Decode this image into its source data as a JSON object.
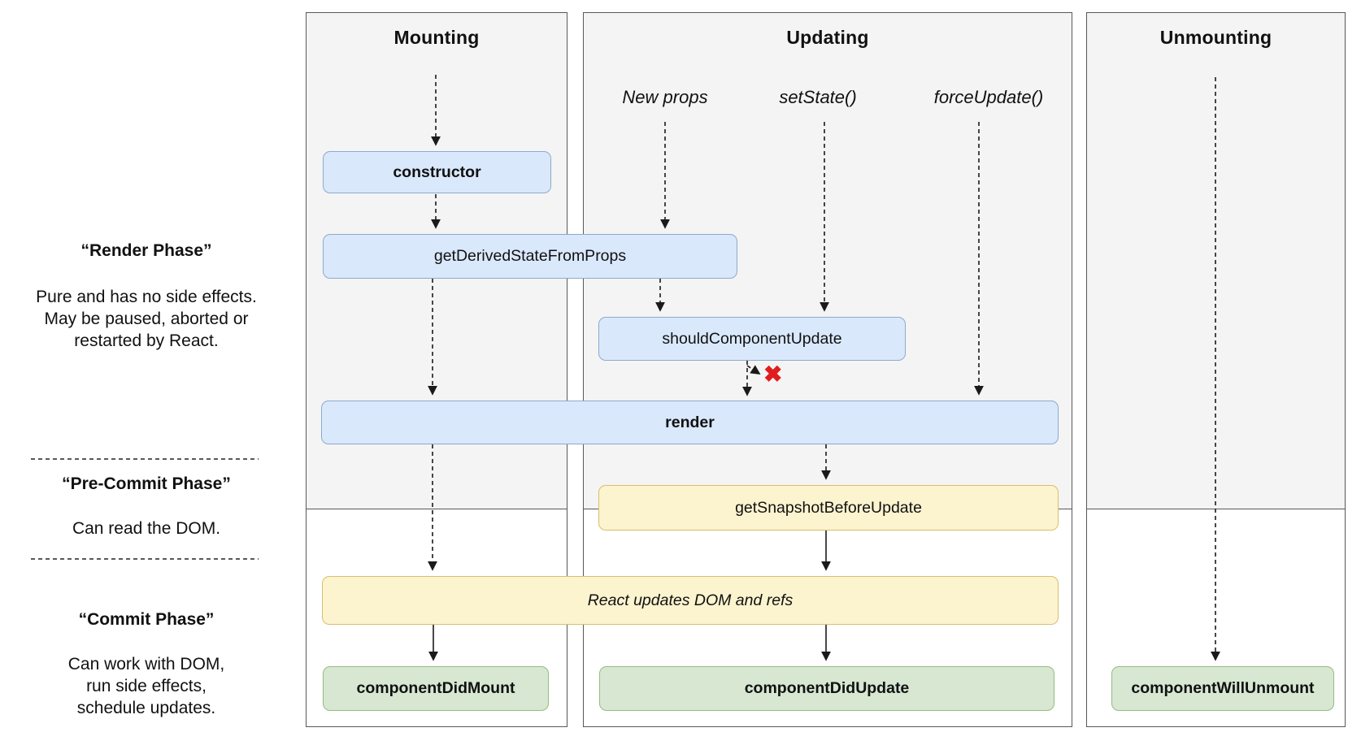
{
  "columns": [
    {
      "title": "Mounting"
    },
    {
      "title": "Updating"
    },
    {
      "title": "Unmounting"
    }
  ],
  "update_triggers": [
    {
      "label": "New props"
    },
    {
      "label": "setState()"
    },
    {
      "label": "forceUpdate()"
    }
  ],
  "phase_notes": [
    {
      "title": "“Render Phase”",
      "description": "Pure and has no side effects.\nMay be paused, aborted or\nrestarted by React."
    },
    {
      "title": "“Pre-Commit Phase”",
      "description": "Can read the DOM."
    },
    {
      "title": "“Commit Phase”",
      "description": "Can work with DOM,\nrun side effects,\nschedule updates."
    }
  ],
  "lifecycle_boxes": {
    "constructor": "constructor",
    "get_derived_state_from_props": "getDerivedStateFromProps",
    "should_component_update": "shouldComponentUpdate",
    "render": "render",
    "get_snapshot_before_update": "getSnapshotBeforeUpdate",
    "react_updates_dom": "React updates DOM and refs",
    "component_did_mount": "componentDidMount",
    "component_did_update": "componentDidUpdate",
    "component_will_unmount": "componentWillUnmount"
  },
  "blocked_indicator": "✖",
  "colors": {
    "box_blue_fill": "#dae8fc",
    "box_blue_border": "#8ea9cc",
    "box_yellow_fill": "#fcf3cf",
    "box_yellow_border": "#d9bf6d",
    "box_green_fill": "#d7e7d1",
    "box_green_border": "#94bd81",
    "column_background": "#f4f4f4",
    "column_border": "#585858",
    "blocked_x_red": "#e01d1d"
  }
}
